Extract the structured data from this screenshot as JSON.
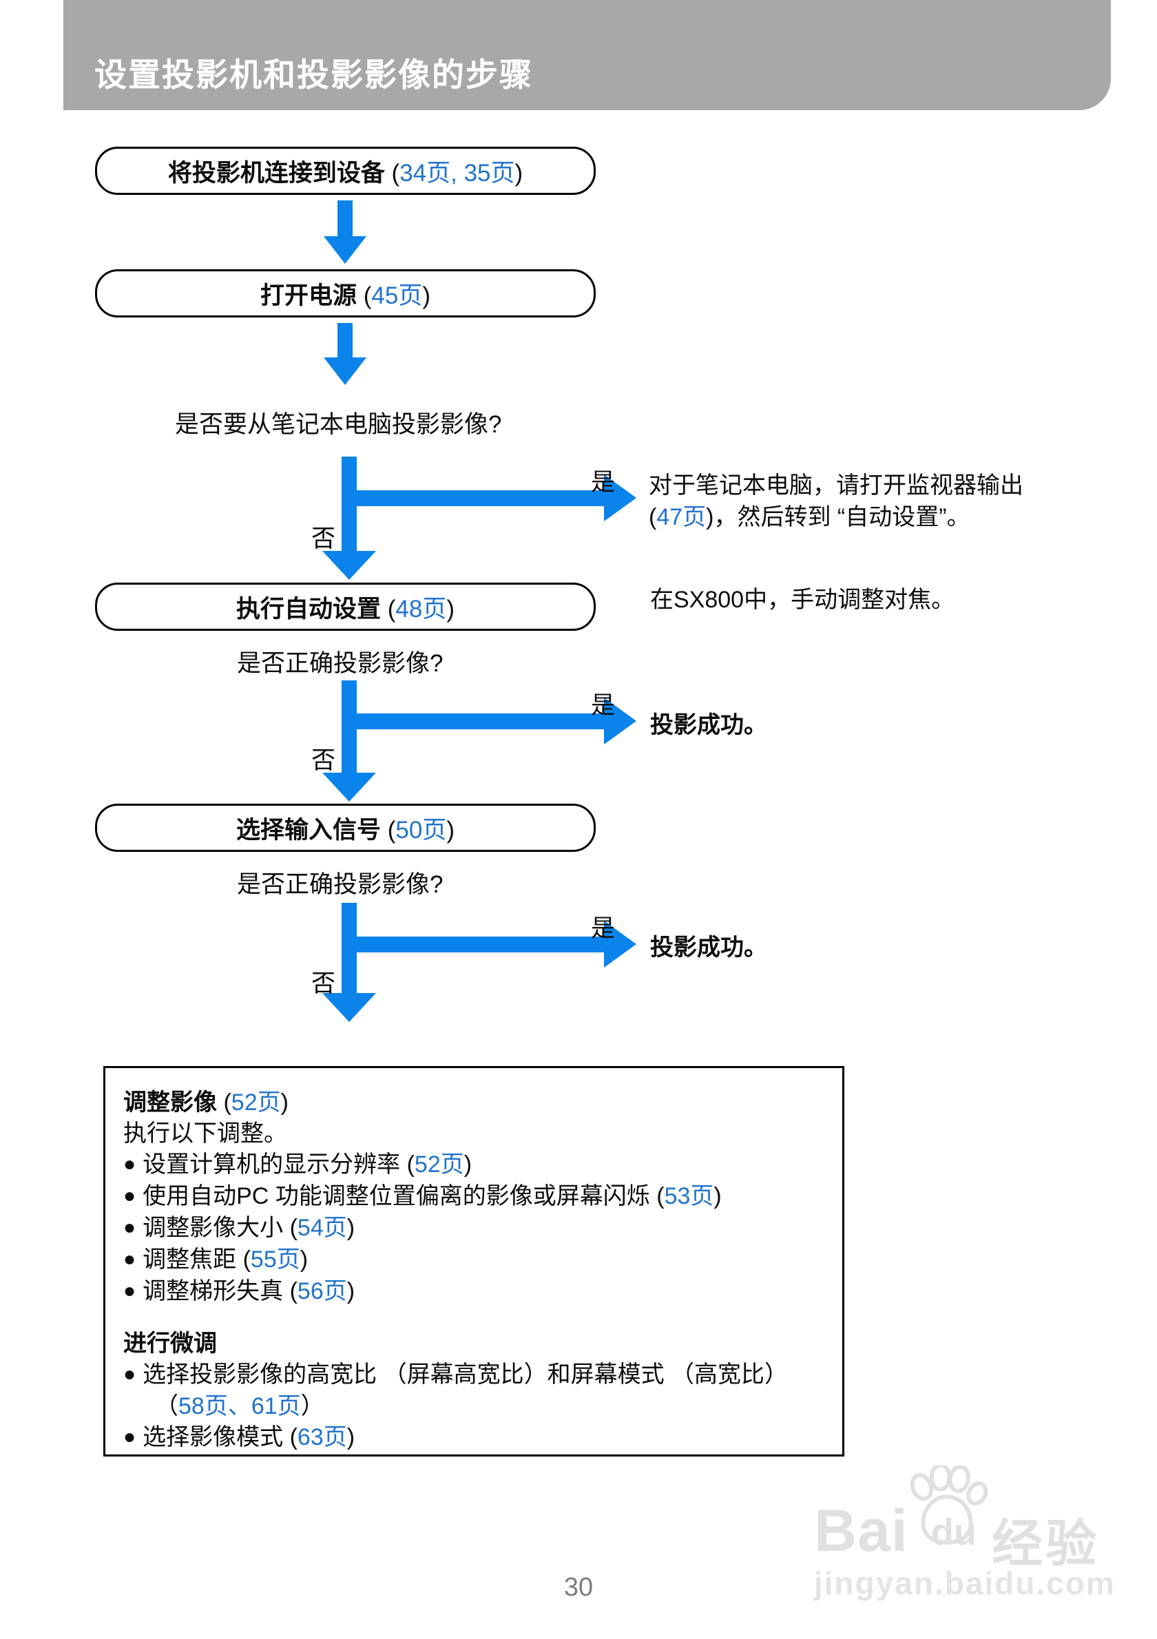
{
  "colors": {
    "header_bg": "#a8a8a8",
    "arrow_blue": "#0a83ea",
    "link_blue": "#2173cc",
    "text": "#0d0d0d",
    "watermark": "#e0e0e0",
    "page_number_gray": "#7d7d7d"
  },
  "header": {
    "title": "设置投影机和投影影像的步骤"
  },
  "flow": {
    "boxes": [
      {
        "bold": "将投影机连接到设备 ",
        "pre": "(",
        "link": "34页, 35页",
        "post": ")"
      },
      {
        "bold": "打开电源 ",
        "pre": "(",
        "link": "45页",
        "post": ")"
      },
      {
        "bold": "执行自动设置 ",
        "pre": "(",
        "link": "48页",
        "post": ")"
      },
      {
        "bold": "选择输入信号 ",
        "pre": "(",
        "link": "50页",
        "post": ")"
      }
    ],
    "questions": {
      "laptop": "是否要从笔记本电脑投影影像?",
      "correct": "是否正确投影影像?"
    },
    "labels": {
      "yes": "是",
      "no": "否"
    },
    "notes": {
      "laptop_1": "对于笔记本电脑，请打开监视器输出",
      "laptop_2_pre": "(",
      "laptop_2_link": "47页",
      "laptop_2_post": ")，然后转到 “自动设置”。",
      "sx800": "在SX800中，手动调整对焦。",
      "success": "投影成功。"
    }
  },
  "adjust_box": {
    "title_bold": "调整影像 ",
    "title_pre": "(",
    "title_link": "52页",
    "title_post": ")",
    "intro": "执行以下调整。",
    "bullet_char": "●",
    "bullets": [
      {
        "pre": "设置计算机的显示分辨率 (",
        "link": "52页",
        "post": ")"
      },
      {
        "pre": "使用自动PC 功能调整位置偏离的影像或屏幕闪烁 (",
        "link": "53页",
        "post": ")"
      },
      {
        "pre": "调整影像大小 (",
        "link": "54页",
        "post": ")"
      },
      {
        "pre": "调整焦距 (",
        "link": "55页",
        "post": ")"
      },
      {
        "pre": "调整梯形失真 (",
        "link": "56页",
        "post": ")"
      }
    ],
    "subtitle": "进行微调",
    "aspect_line1": "选择投影影像的高宽比 （屏幕高宽比）和屏幕模式 （高宽比）",
    "aspect_line2_pre": "（",
    "aspect_line2_link": "58页、61页",
    "aspect_line2_post": "）",
    "mode_pre": "选择影像模式 (",
    "mode_link": "63页",
    "mode_post": ")"
  },
  "watermark": {
    "brand": "Bai",
    "brand2": "du",
    "suffix": "经验",
    "url": "jingyan.baidu.com"
  },
  "footer": {
    "page_number": "30"
  }
}
